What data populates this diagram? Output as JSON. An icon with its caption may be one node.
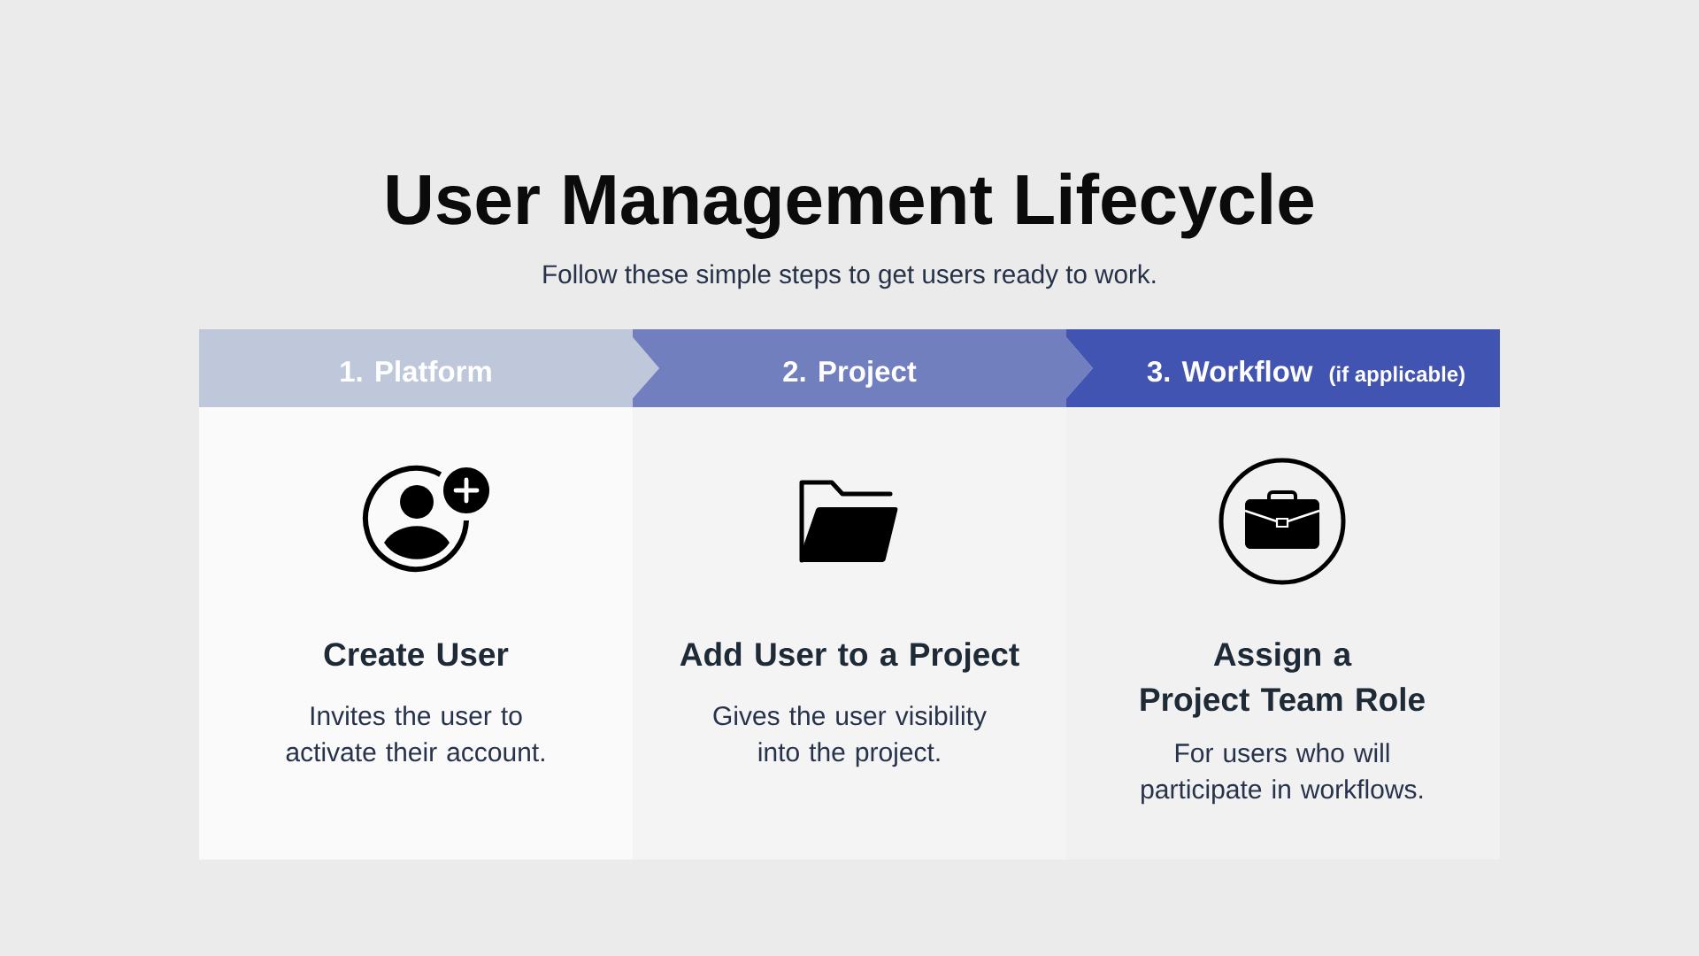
{
  "diagram": {
    "title": "User Management Lifecycle",
    "nodes": [
      {
        "text": [
          "1. Platform"
        ]
      },
      {
        "text": [
          "2. Project"
        ]
      },
      {
        "text": [
          "3. Workflow",
          "(if applicable)"
        ]
      },
      {
        "text": [
          "Create User",
          "Invites the user to activate their account."
        ]
      },
      {
        "text": [
          "Add User to a Project",
          "Gives the user visibility into the project."
        ]
      },
      {
        "text": [
          "Assign a Project Team Role",
          "For users who will participate in workflows."
        ]
      }
    ],
    "labels": [
      "Follow these simple steps to get users ready to work."
    ]
  }
}
